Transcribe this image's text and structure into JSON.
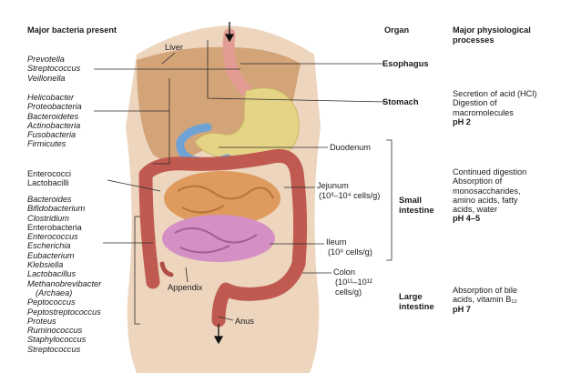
{
  "headers": {
    "bacteria": "Major bacteria present",
    "organ": "Organ",
    "physiological": [
      "Major physiological",
      "processes"
    ]
  },
  "bacteria_groups": {
    "esophagus": [
      "Prevotella",
      "Streptococcus",
      "Veillonella"
    ],
    "stomach": [
      "Helicobacter",
      "Proteobacteria",
      "Bacteroidetes",
      "Actinobacteria",
      "Fusobacteria",
      "Firmicutes"
    ],
    "small_intestine": [
      "Enterococci",
      "Lactobacilli"
    ],
    "large_intestine": [
      {
        "text": "Bacteroides",
        "italic": true
      },
      {
        "text": "Bifidobacterium",
        "italic": true
      },
      {
        "text": "Clostridium",
        "italic": true
      },
      {
        "text": "Enterobacteria",
        "italic": false
      },
      {
        "text": "Enterococcus",
        "italic": true
      },
      {
        "text": "Escherichia",
        "italic": true
      },
      {
        "text": "Eubacterium",
        "italic": true
      },
      {
        "text": "Klebsiella",
        "italic": true
      },
      {
        "text": "Lactobacillus",
        "italic": true
      },
      {
        "text": "Methanobrevibacter",
        "italic": true
      },
      {
        "text": "(Archaea)",
        "italic": true,
        "indent": true
      },
      {
        "text": "Peptococcus",
        "italic": true
      },
      {
        "text": "Peptostreptococcus",
        "italic": true
      },
      {
        "text": "Proteus",
        "italic": true
      },
      {
        "text": "Ruminococcus",
        "italic": true
      },
      {
        "text": "Staphylococcus",
        "italic": true
      },
      {
        "text": "Streptococcus",
        "italic": true
      }
    ]
  },
  "anatomy_labels": {
    "liver": "Liver",
    "duodenum": "Duodenum",
    "jejunum": "Jejunum",
    "jejunum_count": "(10³–10⁴ cells/g)",
    "ileum": "Ileum",
    "ileum_count": "(10⁸ cells/g)",
    "colon": "Colon",
    "colon_count_1": "(10¹¹–10¹²",
    "colon_count_2": "cells/g)",
    "appendix": "Appendix",
    "anus": "Anus"
  },
  "organs": {
    "esophagus": "Esophagus",
    "stomach": "Stomach",
    "small_intestine": [
      "Small",
      "intestine"
    ],
    "large_intestine": [
      "Large",
      "intestine"
    ]
  },
  "processes": {
    "stomach": {
      "lines": [
        "Secretion of acid (HCl)",
        "Digestion of",
        "macromolecules"
      ],
      "ph": "pH 2"
    },
    "small_intestine": {
      "lines": [
        "Continued digestion",
        "Absorption of",
        "monosaccharides,",
        "amino acids, fatty",
        "acids, water"
      ],
      "ph": "pH 4–5"
    },
    "large_intestine": {
      "lines": [
        "Absorption of bile",
        "acids, vitamin B₁₂"
      ],
      "ph": "pH 7"
    }
  },
  "colors": {
    "skin": "#e9c9ac",
    "liver": "#d7a67b",
    "stomach": "#e8d98a",
    "esophagus": "#e4a19a",
    "duodenum": "#6fa3d6",
    "small_intestine": "#e0a062",
    "ileum": "#d893c8",
    "colon": "#c85e55"
  }
}
